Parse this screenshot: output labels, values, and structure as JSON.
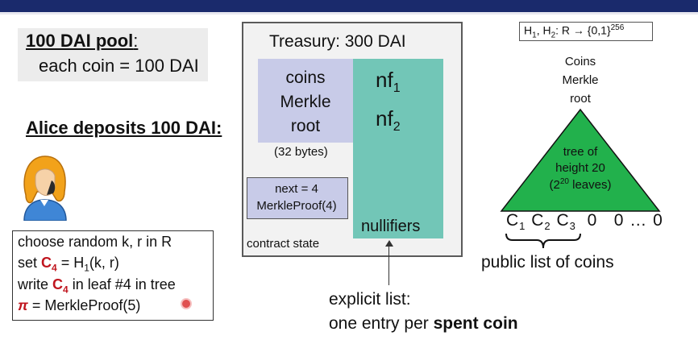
{
  "pool": {
    "title": "100 DAI pool",
    "title_suffix": ":",
    "subtitle": "each coin = 100 DAI"
  },
  "alice": {
    "title": "Alice deposits 100 DAI:"
  },
  "code": {
    "line1": "choose random  k, r  in  R",
    "line2_prefix": "set ",
    "line2_var": "C",
    "line2_var_sub": "4",
    "line2_mid": " = H",
    "line2_h_sub": "1",
    "line2_suffix": "(k, r)",
    "line3_prefix": "write ",
    "line3_var": "C",
    "line3_var_sub": "4",
    "line3_suffix": " in leaf #4 in tree",
    "line4_var": "π",
    "line4_suffix": " = MerkleProof(5)"
  },
  "state": {
    "treasury": "Treasury:  300 DAI",
    "root_lines": [
      "coins",
      "Merkle",
      "root"
    ],
    "bytes": "(32 bytes)",
    "next_line1": "next = 4",
    "next_line2": "MerkleProof(4)",
    "nf1": "nf",
    "nf1_sub": "1",
    "nf2": "nf",
    "nf2_sub": "2",
    "nullifiers": "nullifiers",
    "label": "contract state"
  },
  "explicit": {
    "line1": "explicit list:",
    "line2_prefix": "one entry per ",
    "line2_bold": "spent coin"
  },
  "hash": {
    "prefix": "H",
    "sub1": "1",
    "mid": ", H",
    "sub2": "2",
    "suffix": ":  R → {0,1}",
    "sup": "256"
  },
  "tree": {
    "root_label": [
      "Coins",
      "Merkle",
      "root"
    ],
    "inside1": "tree of",
    "inside2": "height 20",
    "inside3_prefix": "(2",
    "inside3_sup": "20",
    "inside3_suffix": " leaves)",
    "fill_color": "#22b14c",
    "leaves": {
      "c": "C",
      "sub1": "1",
      "sub2": "2",
      "sub3": "3",
      "tail": "  0   0 … 0"
    },
    "public_list": "public list of coins"
  },
  "colors": {
    "accent_red": "#c0161f",
    "root_box": "#c8cbe8",
    "nullifier_col": "#72c6b7",
    "top_bar": "#1a2a6c"
  },
  "icons": {
    "avatar": "person-avatar-icon"
  }
}
